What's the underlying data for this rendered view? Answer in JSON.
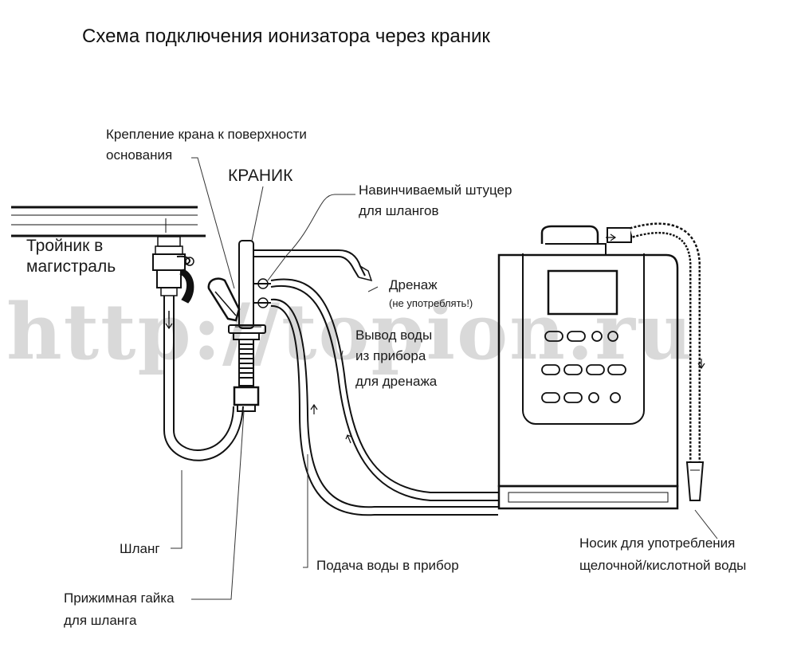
{
  "title": "Схема подключения ионизатора через краник",
  "watermark": "http://topion.ru",
  "labels": {
    "mount": [
      "Крепление крана к поверхности",
      "основания"
    ],
    "faucet": "КРАНИК",
    "tee": [
      "Тройник в",
      "магистраль"
    ],
    "fitting": [
      "Навинчиваемый штуцер",
      "для шлангов"
    ],
    "drain": "Дренаж",
    "drain_note": "(не употреблять!)",
    "outlet": [
      "Вывод воды",
      "из прибора",
      "для дренажа"
    ],
    "hose": "Шланг",
    "supply": "Подача воды в прибор",
    "nut": [
      "Прижимная гайка",
      "для шланга"
    ],
    "spout": [
      "Носик для употребления",
      "щелочной/кислотной воды"
    ]
  },
  "colors": {
    "line": "#111111",
    "watermark": "#d9d9d9"
  }
}
